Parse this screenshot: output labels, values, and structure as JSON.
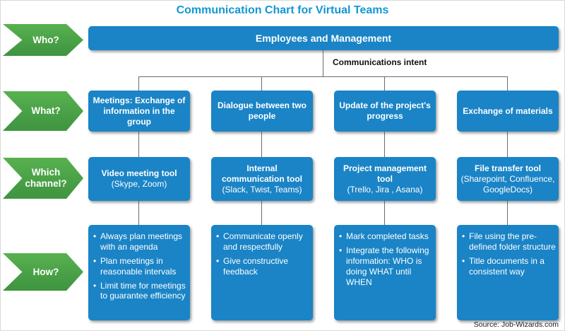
{
  "title": "Communication Chart for Virtual Teams",
  "intent_label": "Communications intent",
  "source_credit": "Source: Job-Wizards.com",
  "colors": {
    "box_blue": "#1a84c6",
    "arrow_green": "#4aa347",
    "title_blue": "#1397d4",
    "connector_gray": "#6b6b6b"
  },
  "arrows": [
    {
      "label": "Who?"
    },
    {
      "label": "What?"
    },
    {
      "label": "Which channel?"
    },
    {
      "label": "How?"
    }
  ],
  "who_bar": "Employees and Management",
  "columns": [
    {
      "what": "Meetings: Exchange of information in the group",
      "channel_title": "Video meeting tool",
      "channel_sub": "(Skype, Zoom)",
      "how": [
        "Always plan meetings with an agenda",
        "Plan meetings in reasonable intervals",
        "Limit time for meetings to guarantee efficiency"
      ]
    },
    {
      "what": "Dialogue between two people",
      "channel_title": "Internal communication tool",
      "channel_sub": "(Slack, Twist, Teams)",
      "how": [
        "Communicate openly and respectfully",
        "Give constructive feedback"
      ]
    },
    {
      "what": "Update of the project's progress",
      "channel_title": "Project management tool",
      "channel_sub": "(Trello, Jira , Asana)",
      "how": [
        "Mark completed tasks",
        "Integrate the following information: WHO is doing WHAT until WHEN"
      ]
    },
    {
      "what": "Exchange of materials",
      "channel_title": "File transfer tool",
      "channel_sub": "(Sharepoint, Confluence, GoogleDocs)",
      "how": [
        "File using the pre-defined folder structure",
        "Title documents in a consistent way"
      ]
    }
  ]
}
